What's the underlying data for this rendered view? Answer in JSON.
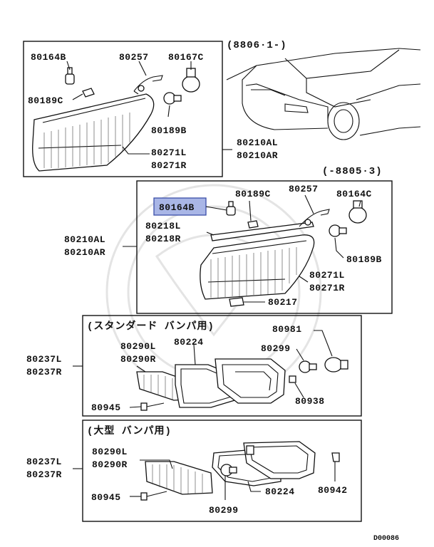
{
  "labels": {
    "variant_top": "(8806·1-)",
    "variant_mid": "(-8805·3)",
    "bumper_standard": "(スタンダード バンパ用)",
    "bumper_large": "(大型 バンパ用)",
    "top_80164B": "80164B",
    "top_80257": "80257",
    "top_80167C": "80167C",
    "top_80189C": "80189C",
    "top_80189B": "80189B",
    "top_80271L": "80271L",
    "top_80271R": "80271R",
    "top_80210AL": "80210AL",
    "top_80210AR": "80210AR",
    "mid_80164B": "80164B",
    "mid_80189C": "80189C",
    "mid_80257": "80257",
    "mid_80164C": "80164C",
    "mid_80218L": "80218L",
    "mid_80218R": "80218R",
    "mid_80189B": "80189B",
    "mid_80271L": "80271L",
    "mid_80271R": "80271R",
    "mid_80217": "80217",
    "mid_80210AL": "80210AL",
    "mid_80210AR": "80210AR",
    "std_80237L": "80237L",
    "std_80237R": "80237R",
    "std_80290L": "80290L",
    "std_80290R": "80290R",
    "std_80224": "80224",
    "std_80981": "80981",
    "std_80299": "80299",
    "std_80938": "80938",
    "std_80945": "80945",
    "lg_80237L": "80237L",
    "lg_80237R": "80237R",
    "lg_80290L": "80290L",
    "lg_80290R": "80290R",
    "lg_80945": "80945",
    "lg_80299": "80299",
    "lg_80224": "80224",
    "lg_80942": "80942",
    "diagram_code": "D00086"
  },
  "highlight": {
    "part": "80164B",
    "color": "#a9b6e6"
  }
}
